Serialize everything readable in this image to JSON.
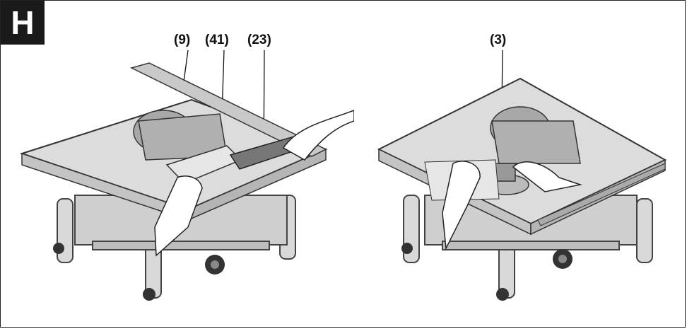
{
  "figure_label": "H",
  "left_figure": {
    "callouts": [
      "(9)",
      "(41)",
      "(23)"
    ]
  },
  "right_figure": {
    "callouts": [
      "(3)"
    ]
  }
}
